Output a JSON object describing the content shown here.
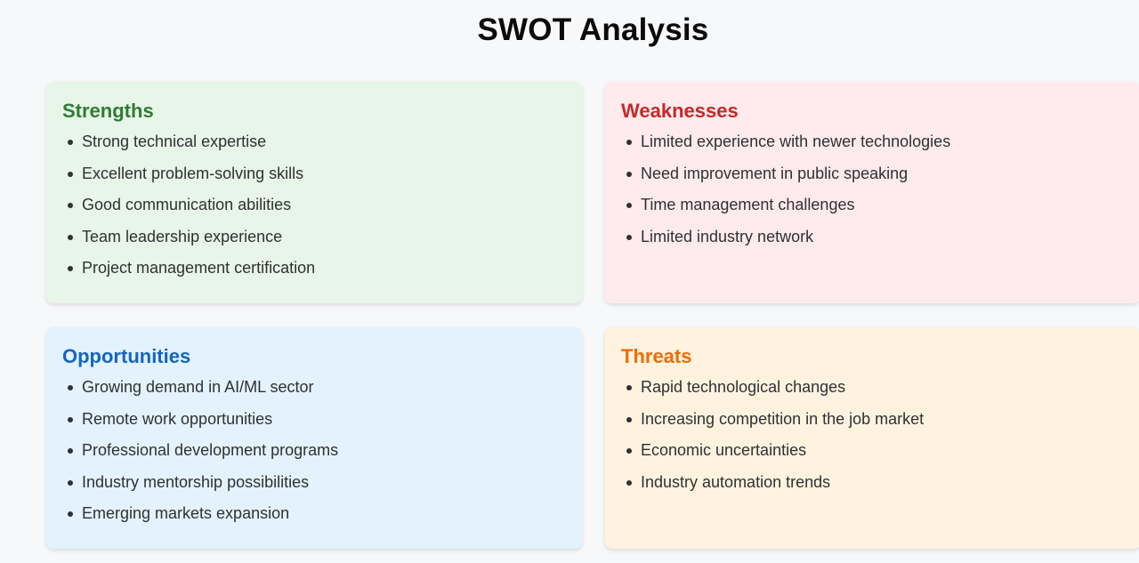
{
  "title": "SWOT Analysis",
  "colors": {
    "strengths_bg": "#e8f5e9",
    "strengths_heading": "#2e7d32",
    "weaknesses_bg": "#ffebee",
    "weaknesses_heading": "#c62828",
    "opportunities_bg": "#e3f2fd",
    "opportunities_heading": "#1565c0",
    "threats_bg": "#fff3e0",
    "threats_heading": "#ef6c00"
  },
  "strengths": {
    "heading": "Strengths",
    "items": [
      "Strong technical expertise",
      "Excellent problem-solving skills",
      "Good communication abilities",
      "Team leadership experience",
      "Project management certification"
    ]
  },
  "weaknesses": {
    "heading": "Weaknesses",
    "items": [
      "Limited experience with newer technologies",
      "Need improvement in public speaking",
      "Time management challenges",
      "Limited industry network"
    ]
  },
  "opportunities": {
    "heading": "Opportunities",
    "items": [
      "Growing demand in AI/ML sector",
      "Remote work opportunities",
      "Professional development programs",
      "Industry mentorship possibilities",
      "Emerging markets expansion"
    ]
  },
  "threats": {
    "heading": "Threats",
    "items": [
      "Rapid technological changes",
      "Increasing competition in the job market",
      "Economic uncertainties",
      "Industry automation trends"
    ]
  }
}
